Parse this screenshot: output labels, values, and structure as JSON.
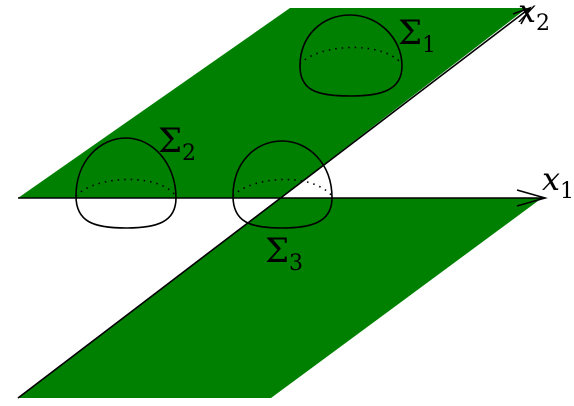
{
  "diagram": {
    "plane_color": "#008000",
    "line_color": "#000000",
    "axis_x1": {
      "symbol": "x",
      "subscript": "1"
    },
    "axis_x2": {
      "symbol": "x",
      "subscript": "2"
    },
    "surface_1": {
      "symbol": "Σ",
      "subscript": "1"
    },
    "surface_2": {
      "symbol": "Σ",
      "subscript": "2"
    },
    "surface_3": {
      "symbol": "Σ",
      "subscript": "3"
    }
  }
}
